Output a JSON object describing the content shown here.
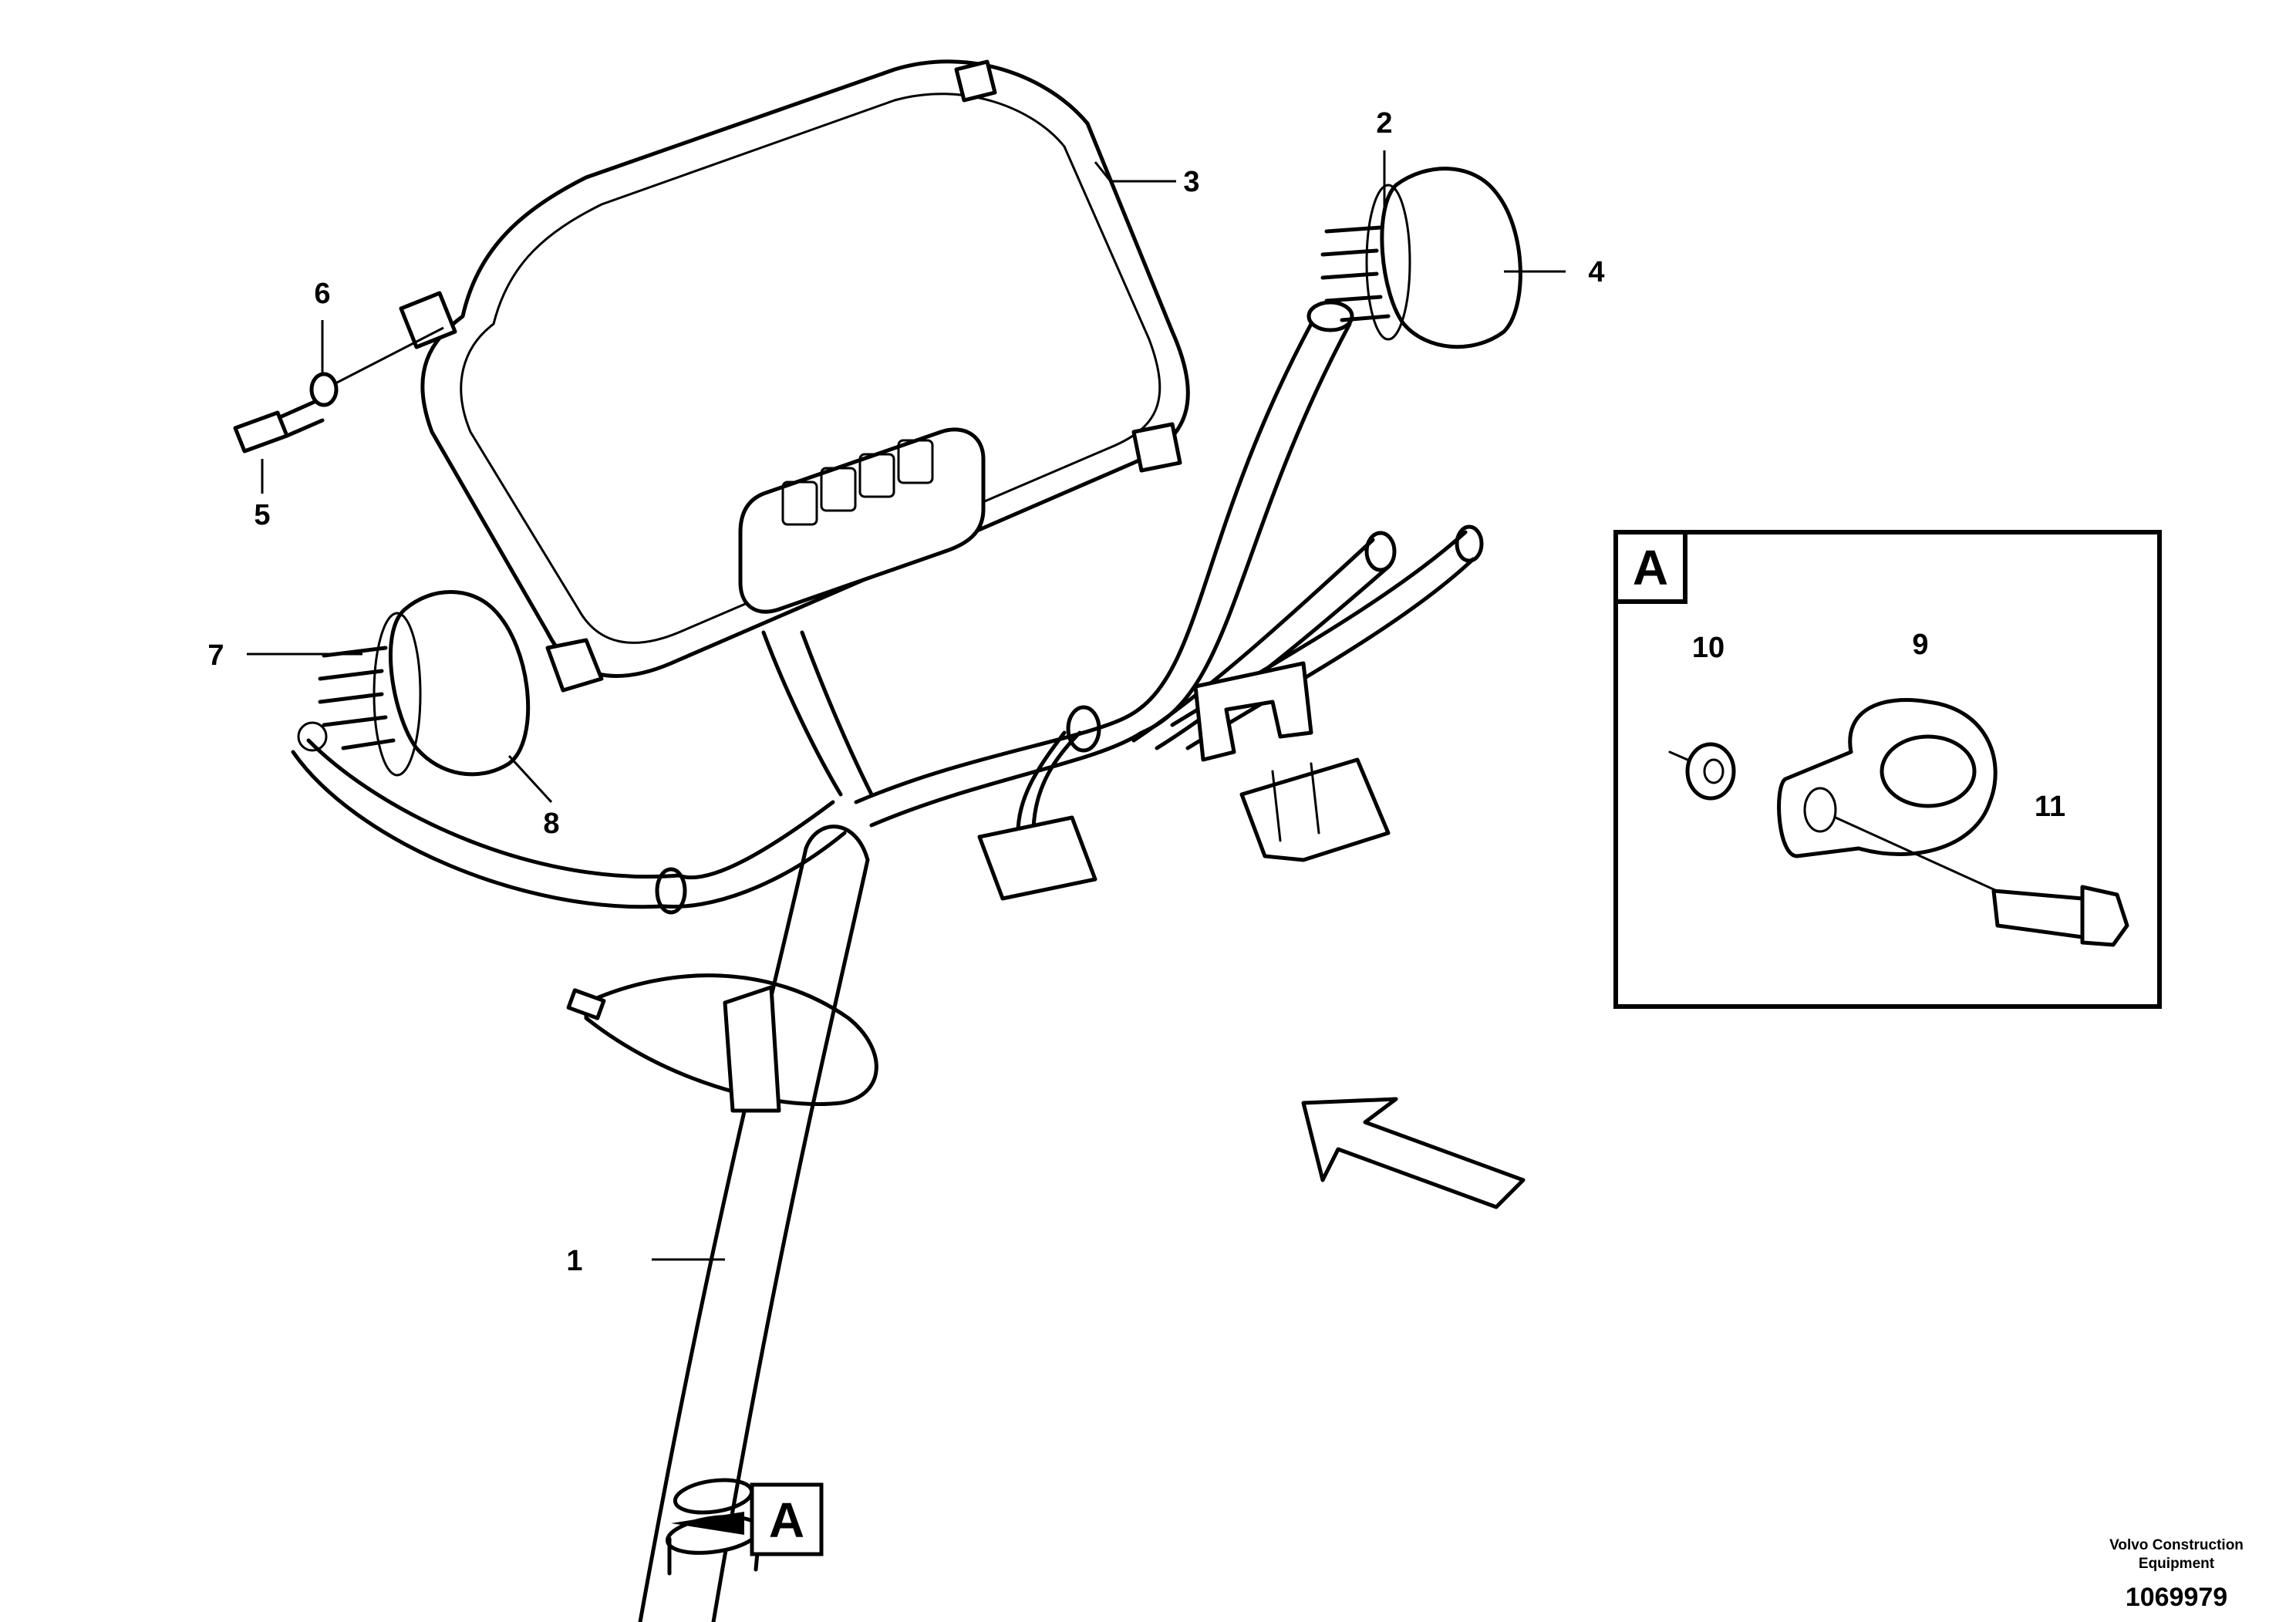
{
  "callouts": [
    "1",
    "2",
    "3",
    "4",
    "5",
    "6",
    "7",
    "8",
    "9",
    "10",
    "11"
  ],
  "detail_marker": "A",
  "inset_title": "A",
  "footer": {
    "company_line1": "Volvo Construction",
    "company_line2": "Equipment",
    "drawing_number": "1069979"
  }
}
